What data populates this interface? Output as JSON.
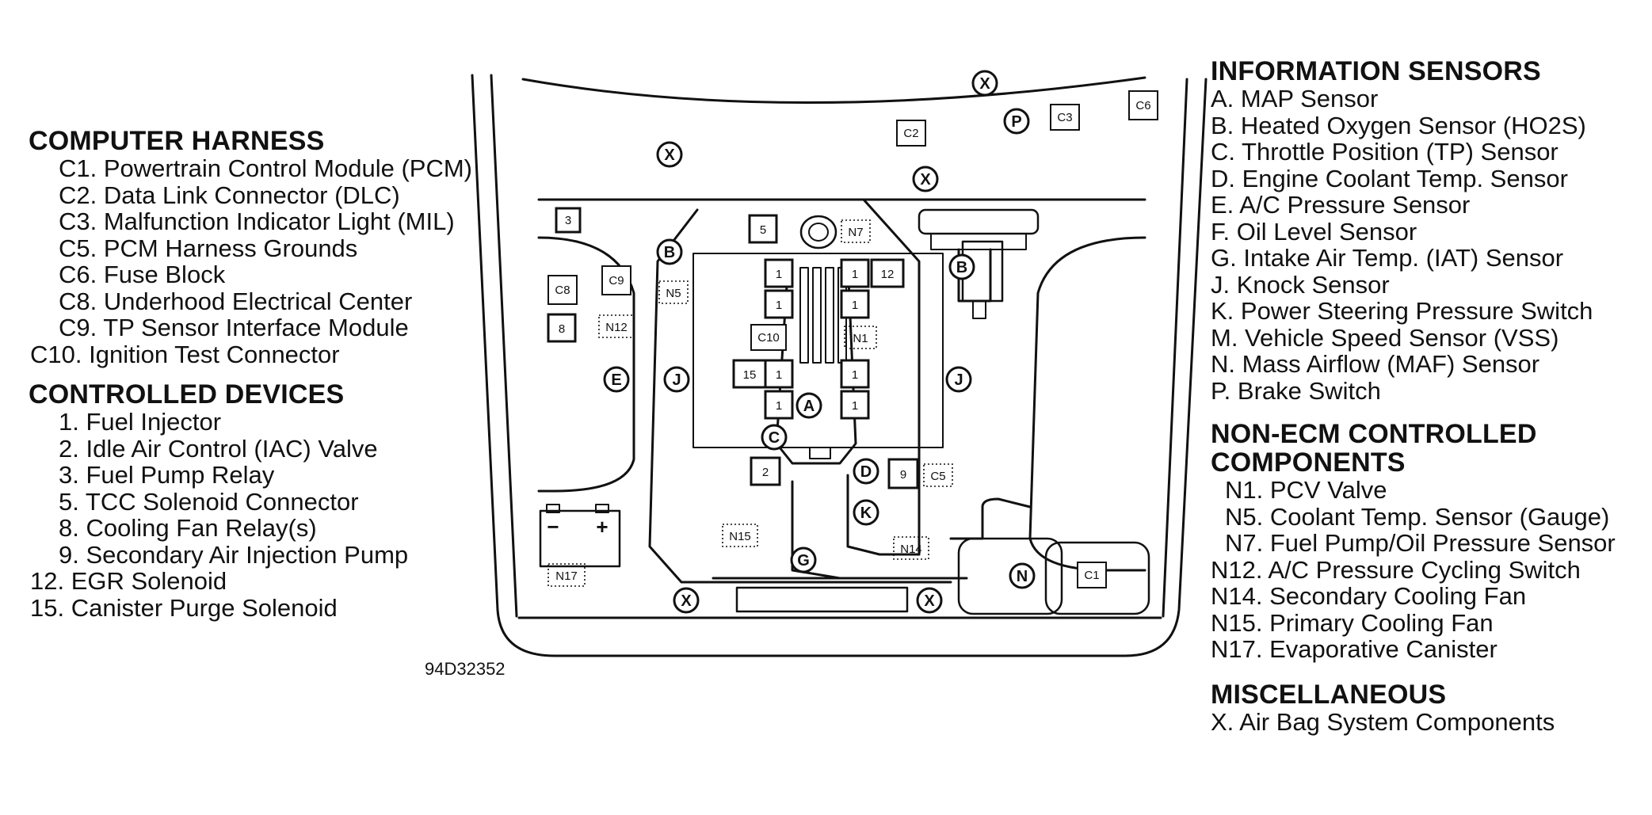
{
  "computer_harness": {
    "title": "COMPUTER HARNESS",
    "items": [
      "C1. Powertrain Control Module (PCM)",
      "C2. Data Link Connector (DLC)",
      "C3. Malfunction Indicator Light (MIL)",
      "C5. PCM Harness Grounds",
      "C6. Fuse Block",
      "C8. Underhood Electrical Center",
      "C9. TP Sensor Interface Module",
      "C10. Ignition Test Connector"
    ]
  },
  "controlled_devices": {
    "title": "CONTROLLED DEVICES",
    "items": [
      "1. Fuel Injector",
      "2. Idle Air Control (IAC) Valve",
      "3. Fuel Pump Relay",
      "5. TCC Solenoid Connector",
      "8. Cooling Fan Relay(s)",
      "9. Secondary Air Injection Pump",
      "12. EGR Solenoid",
      "15. Canister Purge Solenoid"
    ]
  },
  "information_sensors": {
    "title": "INFORMATION SENSORS",
    "items": [
      "A. MAP Sensor",
      "B. Heated Oxygen Sensor (HO2S)",
      "C. Throttle Position (TP) Sensor",
      "D. Engine Coolant Temp. Sensor",
      "E. A/C Pressure Sensor",
      "F. Oil Level Sensor",
      "G. Intake Air Temp. (IAT) Sensor",
      "J. Knock Sensor",
      "K. Power Steering Pressure Switch",
      "M. Vehicle Speed Sensor (VSS)",
      "N. Mass Airflow (MAF) Sensor",
      "P. Brake Switch"
    ]
  },
  "non_ecm": {
    "title_line1": "NON-ECM CONTROLLED",
    "title_line2": "COMPONENTS",
    "items": [
      "N1. PCV Valve",
      "N5. Coolant Temp. Sensor (Gauge)",
      "N7. Fuel Pump/Oil Pressure Sensor",
      "N12. A/C Pressure Cycling Switch",
      "N14. Secondary Cooling Fan",
      "N15. Primary Cooling Fan",
      "N17. Evaporative Canister"
    ]
  },
  "miscellaneous": {
    "title": "MISCELLANEOUS",
    "items": [
      "X. Air Bag System Components"
    ]
  },
  "figure_id": "94D32352",
  "diagram_labels": {
    "X": "X",
    "P": "P",
    "B": "B",
    "E": "E",
    "J": "J",
    "A": "A",
    "C": "C",
    "D": "D",
    "K": "K",
    "G": "G",
    "N": "N",
    "C2": "C2",
    "C3": "C3",
    "C6": "C6",
    "C8": "C8",
    "C9": "C9",
    "C10": "C10",
    "C5": "C5",
    "C1": "C1",
    "r3": "3",
    "r5": "5",
    "r8": "8",
    "r9": "9",
    "r2": "2",
    "r1": "1",
    "r12": "12",
    "r15": "15",
    "N1": "N1",
    "N5": "N5",
    "N7": "N7",
    "N12": "N12",
    "N14": "N14",
    "N15": "N15",
    "N17": "N17",
    "minus": "−",
    "plus": "+"
  }
}
